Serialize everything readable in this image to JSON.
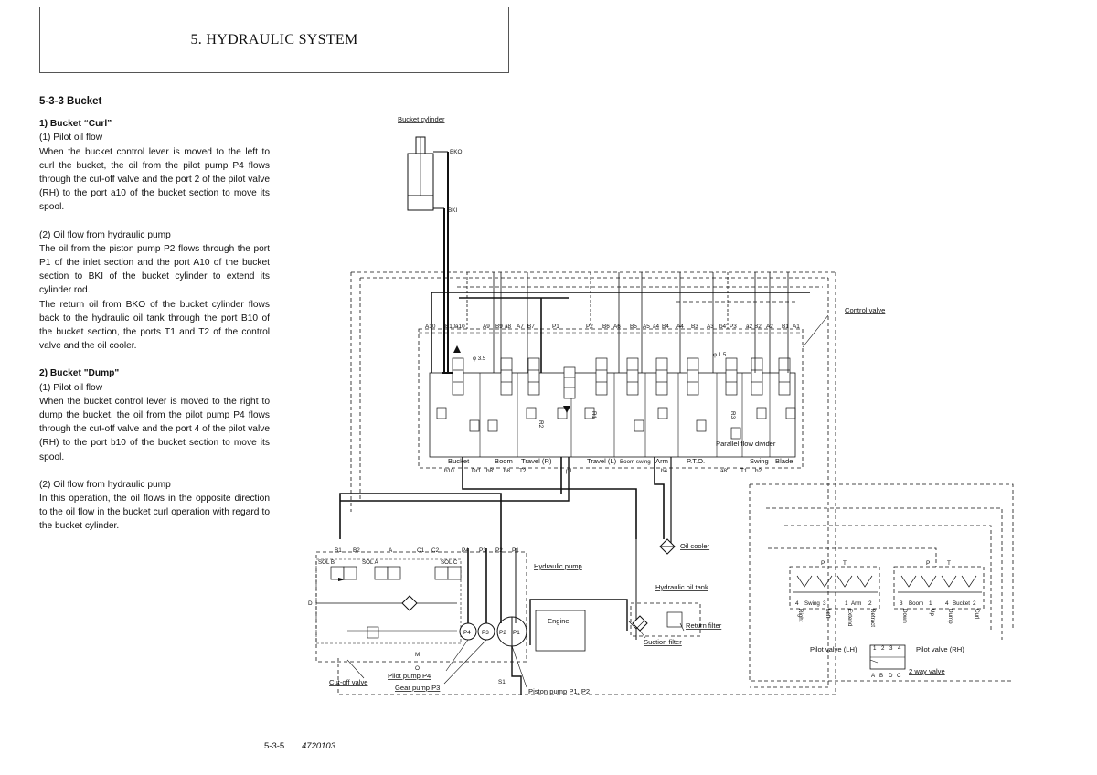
{
  "header": {
    "title": "5. HYDRAULIC SYSTEM"
  },
  "section_title": "5-3-3  Bucket",
  "curl": {
    "heading": "1)  Bucket “Curl”",
    "pilot_sub": "(1)   Pilot oil flow",
    "pilot_text": "When the bucket control lever is moved to the left to curl the bucket, the oil from the pilot pump P4 flows through the cut-off valve and the port 2 of the pilot valve (RH) to the port a10 of the bucket section to move its spool.",
    "pump_sub": "(2)   Oil flow from hydraulic pump",
    "pump_text1": "The oil from the piston pump P2 flows through the port P1 of the inlet section and the port A10 of the bucket section to BKI of the bucket cylinder to extend its cylinder rod.",
    "pump_text2": "The return oil from BKO of the bucket cylinder flows back to the hydraulic oil tank through the port B10 of the bucket section, the ports T1 and T2 of the control valve and the oil cooler."
  },
  "dump": {
    "heading": "2)  Bucket \"Dump\"",
    "pilot_sub": "(1)   Pilot oil flow",
    "pilot_text": "When the bucket control lever is moved to the right to dump the bucket, the oil from the pilot pump P4 flows through the cut-off valve and the port 4 of the pilot valve (RH) to the port b10 of the bucket section to move its spool.",
    "pump_sub": "(2)   Oil flow from hydraulic pump",
    "pump_text": "In this operation, the oil flows in the opposite direction to the oil flow in the bucket curl operation with regard to the bucket cylinder."
  },
  "footer": {
    "page": "5-3-5",
    "code": "4720103"
  },
  "diagram": {
    "labels": {
      "bucket_cylinder": "Bucket cylinder",
      "bko": "BKO",
      "bki": "BKI",
      "control_valve": "Control valve",
      "oil_cooler": "Oil cooler",
      "hydraulic_pump": "Hydraulic pump",
      "hydraulic_oil_tank": "Hydraulic oil tank",
      "engine": "Engine",
      "return_filter": "Return filter",
      "suction_filter": "Suction filter",
      "pilot_pump": "Pilot pump P4",
      "gear_pump": "Gear pump P3",
      "piston_pump": "Piston pump P1, P2",
      "cutoff_valve": "Cut-off valve",
      "pilot_valve_lh": "Pilot valve (LH)",
      "pilot_valve_rh": "Pilot valve (RH)",
      "two_way_valve": "2 way valve",
      "parallel_flow_divider": "Parallel flow divider",
      "phi35": "φ 3.5",
      "phi15": "φ 1.5"
    },
    "top_ports": [
      "A10",
      "B10",
      "a10",
      "A9",
      "B9",
      "a8",
      "A7",
      "B7",
      "P1",
      "P2",
      "B6",
      "A6",
      "B5",
      "A5",
      "a4",
      "B4",
      "A4",
      "B3",
      "A3",
      "b4'",
      "P3",
      "a2",
      "B2",
      "A2",
      "B1",
      "A1"
    ],
    "sections": [
      "Bucket",
      "Boom",
      "Travel (R)",
      "Travel (L)",
      "Boom swing",
      "Arm",
      "P.T.O.",
      "Swing",
      "Blade"
    ],
    "bottom_ports": [
      "b10",
      "Dr1",
      "b8'",
      "b8",
      "T2",
      "p1",
      "b4",
      "a8'",
      "T1",
      "b2"
    ],
    "relief_labels": [
      "R2",
      "R1",
      "R3"
    ],
    "pump_ports_top": [
      "B1",
      "B2",
      "A",
      "C1",
      "C2",
      "P4",
      "P3",
      "P2",
      "P1"
    ],
    "pumps": [
      "P4",
      "P3",
      "P2",
      "P1"
    ],
    "solenoids": [
      "SOL B",
      "SOL A",
      "SOL C"
    ],
    "misc_ports": [
      "D",
      "M",
      "O",
      "S1"
    ],
    "pilot_lh_ports": [
      "P",
      "T",
      "4",
      "3",
      "1",
      "2"
    ],
    "pilot_lh_dirs": [
      "Right",
      "Swing",
      "Left",
      "Arm",
      "Extend",
      "Retract"
    ],
    "pilot_rh_ports": [
      "P",
      "T",
      "3",
      "1",
      "4",
      "2"
    ],
    "pilot_rh_dirs": [
      "Down",
      "Boom",
      "Up",
      "Dump",
      "Bucket",
      "Curl"
    ],
    "two_way_ports": [
      "1",
      "2",
      "3",
      "4",
      "A",
      "B",
      "D",
      "C"
    ]
  }
}
